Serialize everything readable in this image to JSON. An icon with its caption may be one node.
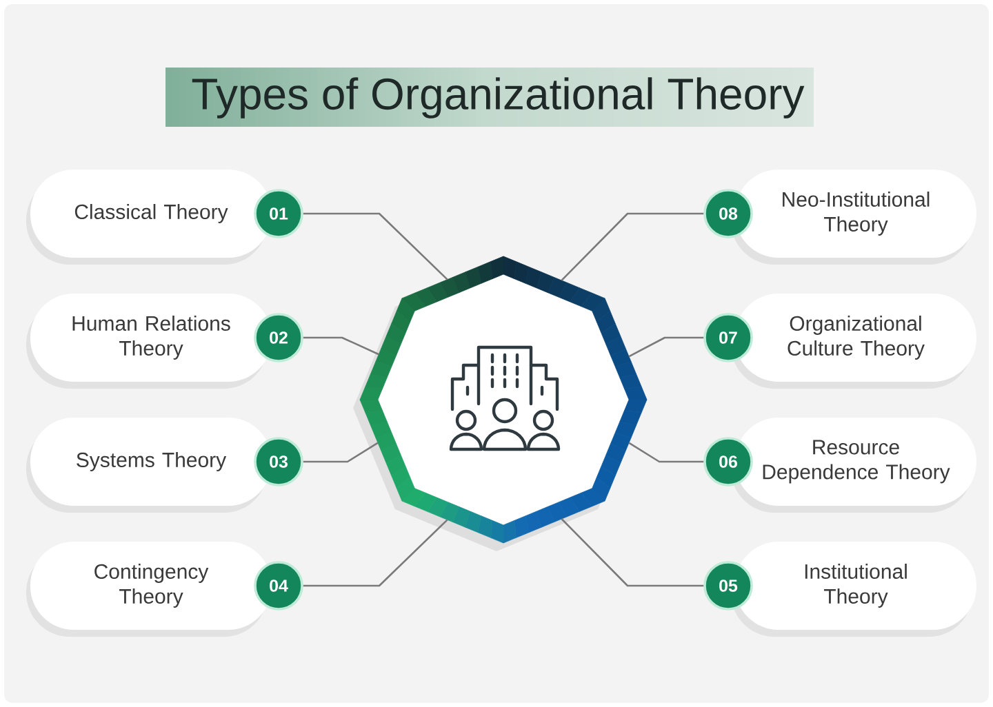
{
  "diagram": {
    "title": "Types of Organizational Theory",
    "nodes": [
      {
        "text": [],
        "shape": "octagon"
      },
      {
        "text": [
          "Classical Theory"
        ]
      },
      {
        "text": [
          "01"
        ]
      },
      {
        "text": [
          "Human Relations Theory"
        ]
      },
      {
        "text": [
          "02"
        ]
      },
      {
        "text": [
          "Systems Theory"
        ]
      },
      {
        "text": [
          "03"
        ]
      },
      {
        "text": [
          "Contingency Theory"
        ]
      },
      {
        "text": [
          "04"
        ]
      },
      {
        "text": [
          "Institutional Theory"
        ]
      },
      {
        "text": [
          "05"
        ]
      },
      {
        "text": [
          "Resource Dependence Theory"
        ]
      },
      {
        "text": [
          "06"
        ]
      },
      {
        "text": [
          "Organizational Culture Theory"
        ]
      },
      {
        "text": [
          "07"
        ]
      },
      {
        "text": [
          "Neo-Institutional Theory"
        ]
      },
      {
        "text": [
          "08"
        ]
      }
    ],
    "edges": [
      {
        "from": 2,
        "to": 0,
        "arrow": "none"
      },
      {
        "from": 4,
        "to": 0,
        "arrow": "none"
      },
      {
        "from": 6,
        "to": 0,
        "arrow": "none"
      },
      {
        "from": 8,
        "to": 0,
        "arrow": "none"
      },
      {
        "from": 10,
        "to": 0,
        "arrow": "none"
      },
      {
        "from": 12,
        "to": 0,
        "arrow": "none"
      },
      {
        "from": 14,
        "to": 0,
        "arrow": "none"
      },
      {
        "from": 16,
        "to": 0,
        "arrow": "none"
      }
    ]
  }
}
